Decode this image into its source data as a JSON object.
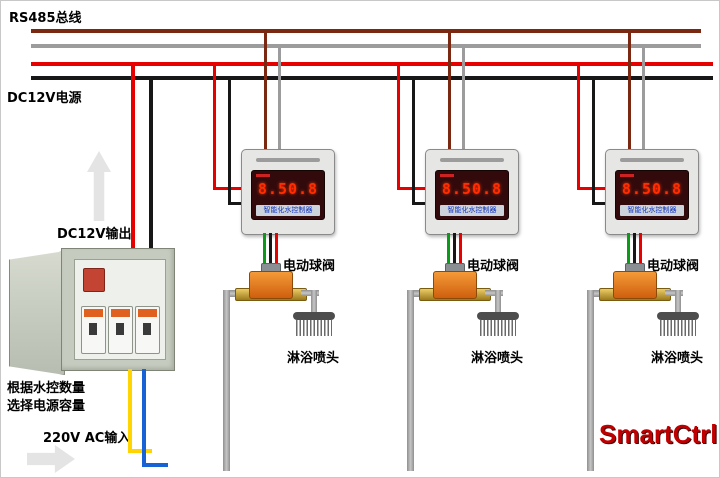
{
  "labels": {
    "rs485_bus": "RS485总线",
    "dc12v_power": "DC12V电源",
    "dc12v_output": "DC12V输出",
    "note_line1": "根据水控数量",
    "note_line2": "选择电源容量",
    "ac_input": "220V AC输入"
  },
  "controller": {
    "display_value": "8.50.8",
    "name_strip": "智能化水控制器"
  },
  "units": [
    {
      "valve_label": "电动球阀",
      "shower_label": "淋浴喷头"
    },
    {
      "valve_label": "电动球阀",
      "shower_label": "淋浴喷头"
    },
    {
      "valve_label": "电动球阀",
      "shower_label": "淋浴喷头"
    }
  ],
  "logo": "SmartCtrl",
  "colors": {
    "rs485_wire_a": "#7b2812",
    "rs485_wire_b": "#9c9c9c",
    "dc12v_positive": "#e60000",
    "dc12v_negative": "#171717",
    "ac_live": "#ffd400",
    "ac_neutral": "#1763d6",
    "valve_body": "#e07818",
    "logo": "#c00000"
  }
}
